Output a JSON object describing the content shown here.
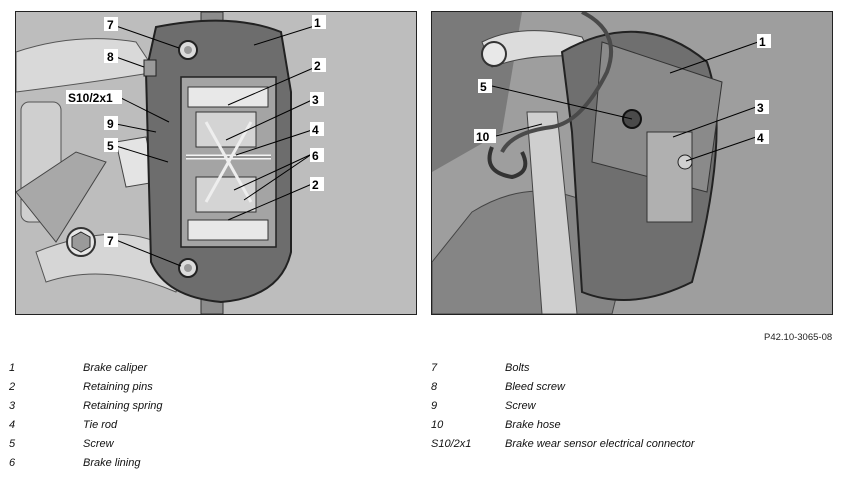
{
  "figures": {
    "left": {
      "callouts": [
        "1",
        "2",
        "3",
        "4",
        "6",
        "2",
        "7",
        "8",
        "S10/2x1",
        "9",
        "5",
        "7"
      ]
    },
    "right": {
      "callouts": [
        "1",
        "3",
        "4",
        "5",
        "10"
      ]
    }
  },
  "figure_reference": "P42.10-3065-08",
  "legend": {
    "left": [
      {
        "num": "1",
        "desc": "Brake caliper"
      },
      {
        "num": "2",
        "desc": "Retaining pins"
      },
      {
        "num": "3",
        "desc": "Retaining spring"
      },
      {
        "num": "4",
        "desc": "Tie rod"
      },
      {
        "num": "5",
        "desc": "Screw"
      },
      {
        "num": "6",
        "desc": "Brake lining"
      }
    ],
    "right": [
      {
        "num": "7",
        "desc": "Bolts"
      },
      {
        "num": "8",
        "desc": "Bleed screw"
      },
      {
        "num": "9",
        "desc": "Screw"
      },
      {
        "num": "10",
        "desc": "Brake hose"
      },
      {
        "num": "S10/2x1",
        "desc": "Brake wear sensor electrical connector"
      }
    ]
  }
}
